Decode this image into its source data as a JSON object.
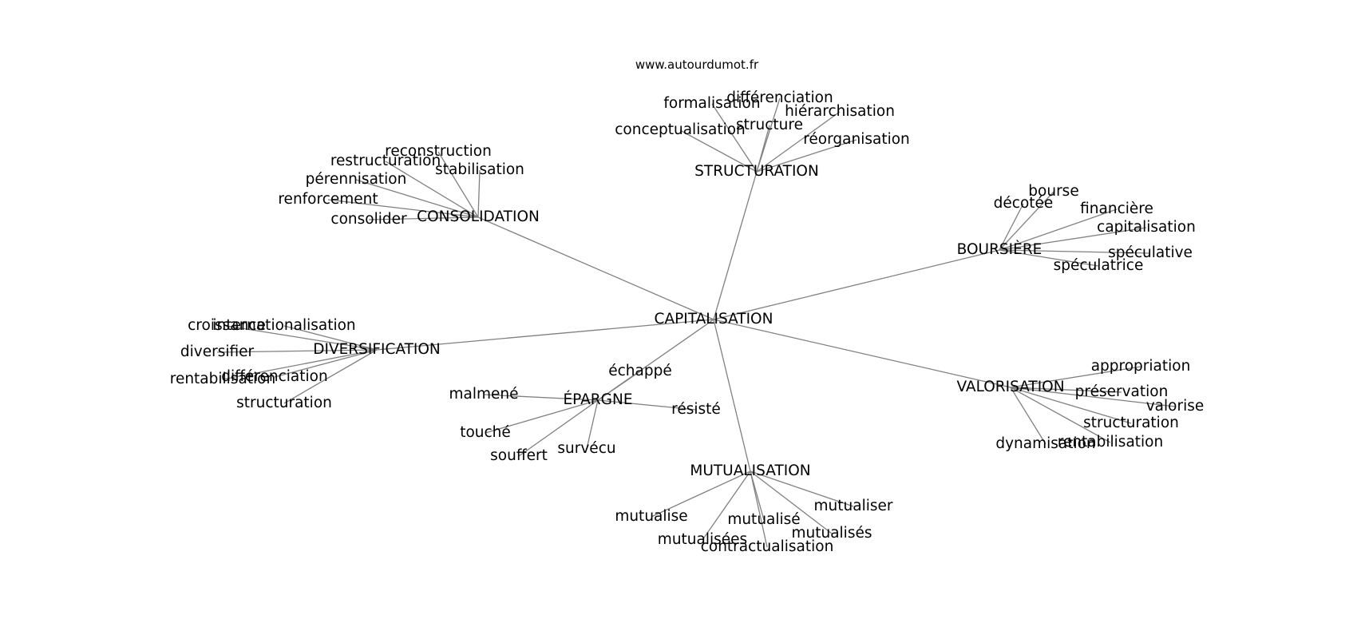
{
  "source": "www.autourdumot.fr",
  "colors": {
    "edge": "#808080",
    "text": "#000000",
    "background": "#ffffff"
  },
  "graph": {
    "center": "CAPITALISATION",
    "clusters": [
      {
        "hub": "STRUCTURATION",
        "words": [
          "formalisation",
          "différenciation",
          "hiérarchisation",
          "conceptualisation",
          "structure",
          "réorganisation"
        ]
      },
      {
        "hub": "CONSOLIDATION",
        "words": [
          "reconstruction",
          "restructuration",
          "stabilisation",
          "pérennisation",
          "renforcement",
          "consolider"
        ]
      },
      {
        "hub": "BOURSIÈRE",
        "words": [
          "décotée",
          "bourse",
          "financière",
          "capitalisation",
          "spéculative",
          "spéculatrice"
        ]
      },
      {
        "hub": "DIVERSIFICATION",
        "words": [
          "croissance",
          "internationalisation",
          "diversifier",
          "différenciation",
          "rentabilisation",
          "structuration"
        ]
      },
      {
        "hub": "ÉPARGNE",
        "words": [
          "échappé",
          "malmené",
          "résisté",
          "touché",
          "souffert",
          "survécu"
        ]
      },
      {
        "hub": "VALORISATION",
        "words": [
          "appropriation",
          "préservation",
          "valorise",
          "structuration",
          "rentabilisation",
          "dynamisation"
        ]
      },
      {
        "hub": "MUTUALISATION",
        "words": [
          "mutualiser",
          "mutualise",
          "mutualisé",
          "mutualisés",
          "mutualisées",
          "contractualisation"
        ]
      }
    ]
  }
}
